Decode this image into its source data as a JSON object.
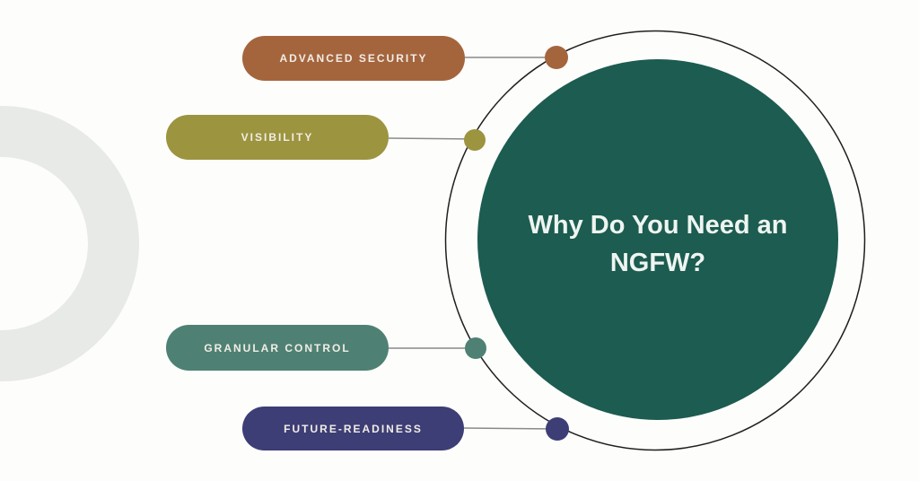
{
  "diagram": {
    "center": {
      "full_title": "Why Do You Need an NGFW?",
      "title_lines": [
        "Why Do You Need an",
        "NGFW?"
      ],
      "fill_color": "#1d5c50",
      "title_color": "#eef5f1"
    },
    "orbit": {
      "stroke_color": "#1f1f1f"
    },
    "connector_color": "#8a8a8a",
    "branches": [
      {
        "id": "advanced-security",
        "label": "ADVANCED SECURITY",
        "color": "#a4653d"
      },
      {
        "id": "visibility",
        "label": "VISIBILITY",
        "color": "#9c943f"
      },
      {
        "id": "granular-control",
        "label": "GRANULAR CONTROL",
        "color": "#4e8173"
      },
      {
        "id": "future-readiness",
        "label": "FUTURE-READINESS",
        "color": "#3d3e75"
      }
    ],
    "background_color": "#fdfdfc",
    "decorative_ring_color": "#e7eae7"
  }
}
